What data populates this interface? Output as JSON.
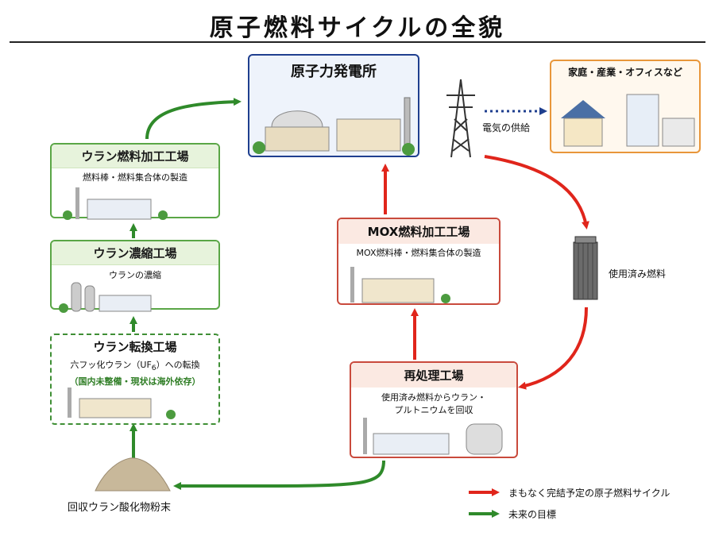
{
  "title": "原子燃料サイクルの全貌",
  "nodes": {
    "power_plant": {
      "title": "原子力発電所"
    },
    "consumers": {
      "title": "家庭・産業・オフィスなど"
    },
    "electricity_supply": "電気の供給",
    "uranium_fuel_plant": {
      "title": "ウラン燃料加工工場",
      "sub": "燃料棒・燃料集合体の製造"
    },
    "enrichment_plant": {
      "title": "ウラン濃縮工場",
      "sub": "ウランの濃縮"
    },
    "conversion_plant": {
      "title": "ウラン転換工場",
      "sub_prefix": "六フッ化ウラン（UF",
      "sub_subscript": "6",
      "sub_suffix": "）への転換",
      "note": "（国内未整備・現状は海外依存）"
    },
    "mox_plant": {
      "title": "MOX燃料加工工場",
      "sub": "MOX燃料棒・燃料集合体の製造"
    },
    "spent_fuel": "使用済み燃料",
    "reprocessing_plant": {
      "title": "再処理工場",
      "sub_line1": "使用済み燃料からウラン・",
      "sub_line2": "プルトニウムを回収"
    },
    "recovered_uranium": "回収ウラン酸化物粉末"
  },
  "legend": [
    {
      "label": "まもなく完結予定の原子燃料サイクル",
      "color": "#e0251b"
    },
    {
      "label": "未来の目標",
      "color": "#2f8a2a"
    }
  ],
  "colors": {
    "red_arrow": "#e0251b",
    "green_arrow": "#2f8a2a",
    "blue_dotted": "#1f3f8f"
  }
}
